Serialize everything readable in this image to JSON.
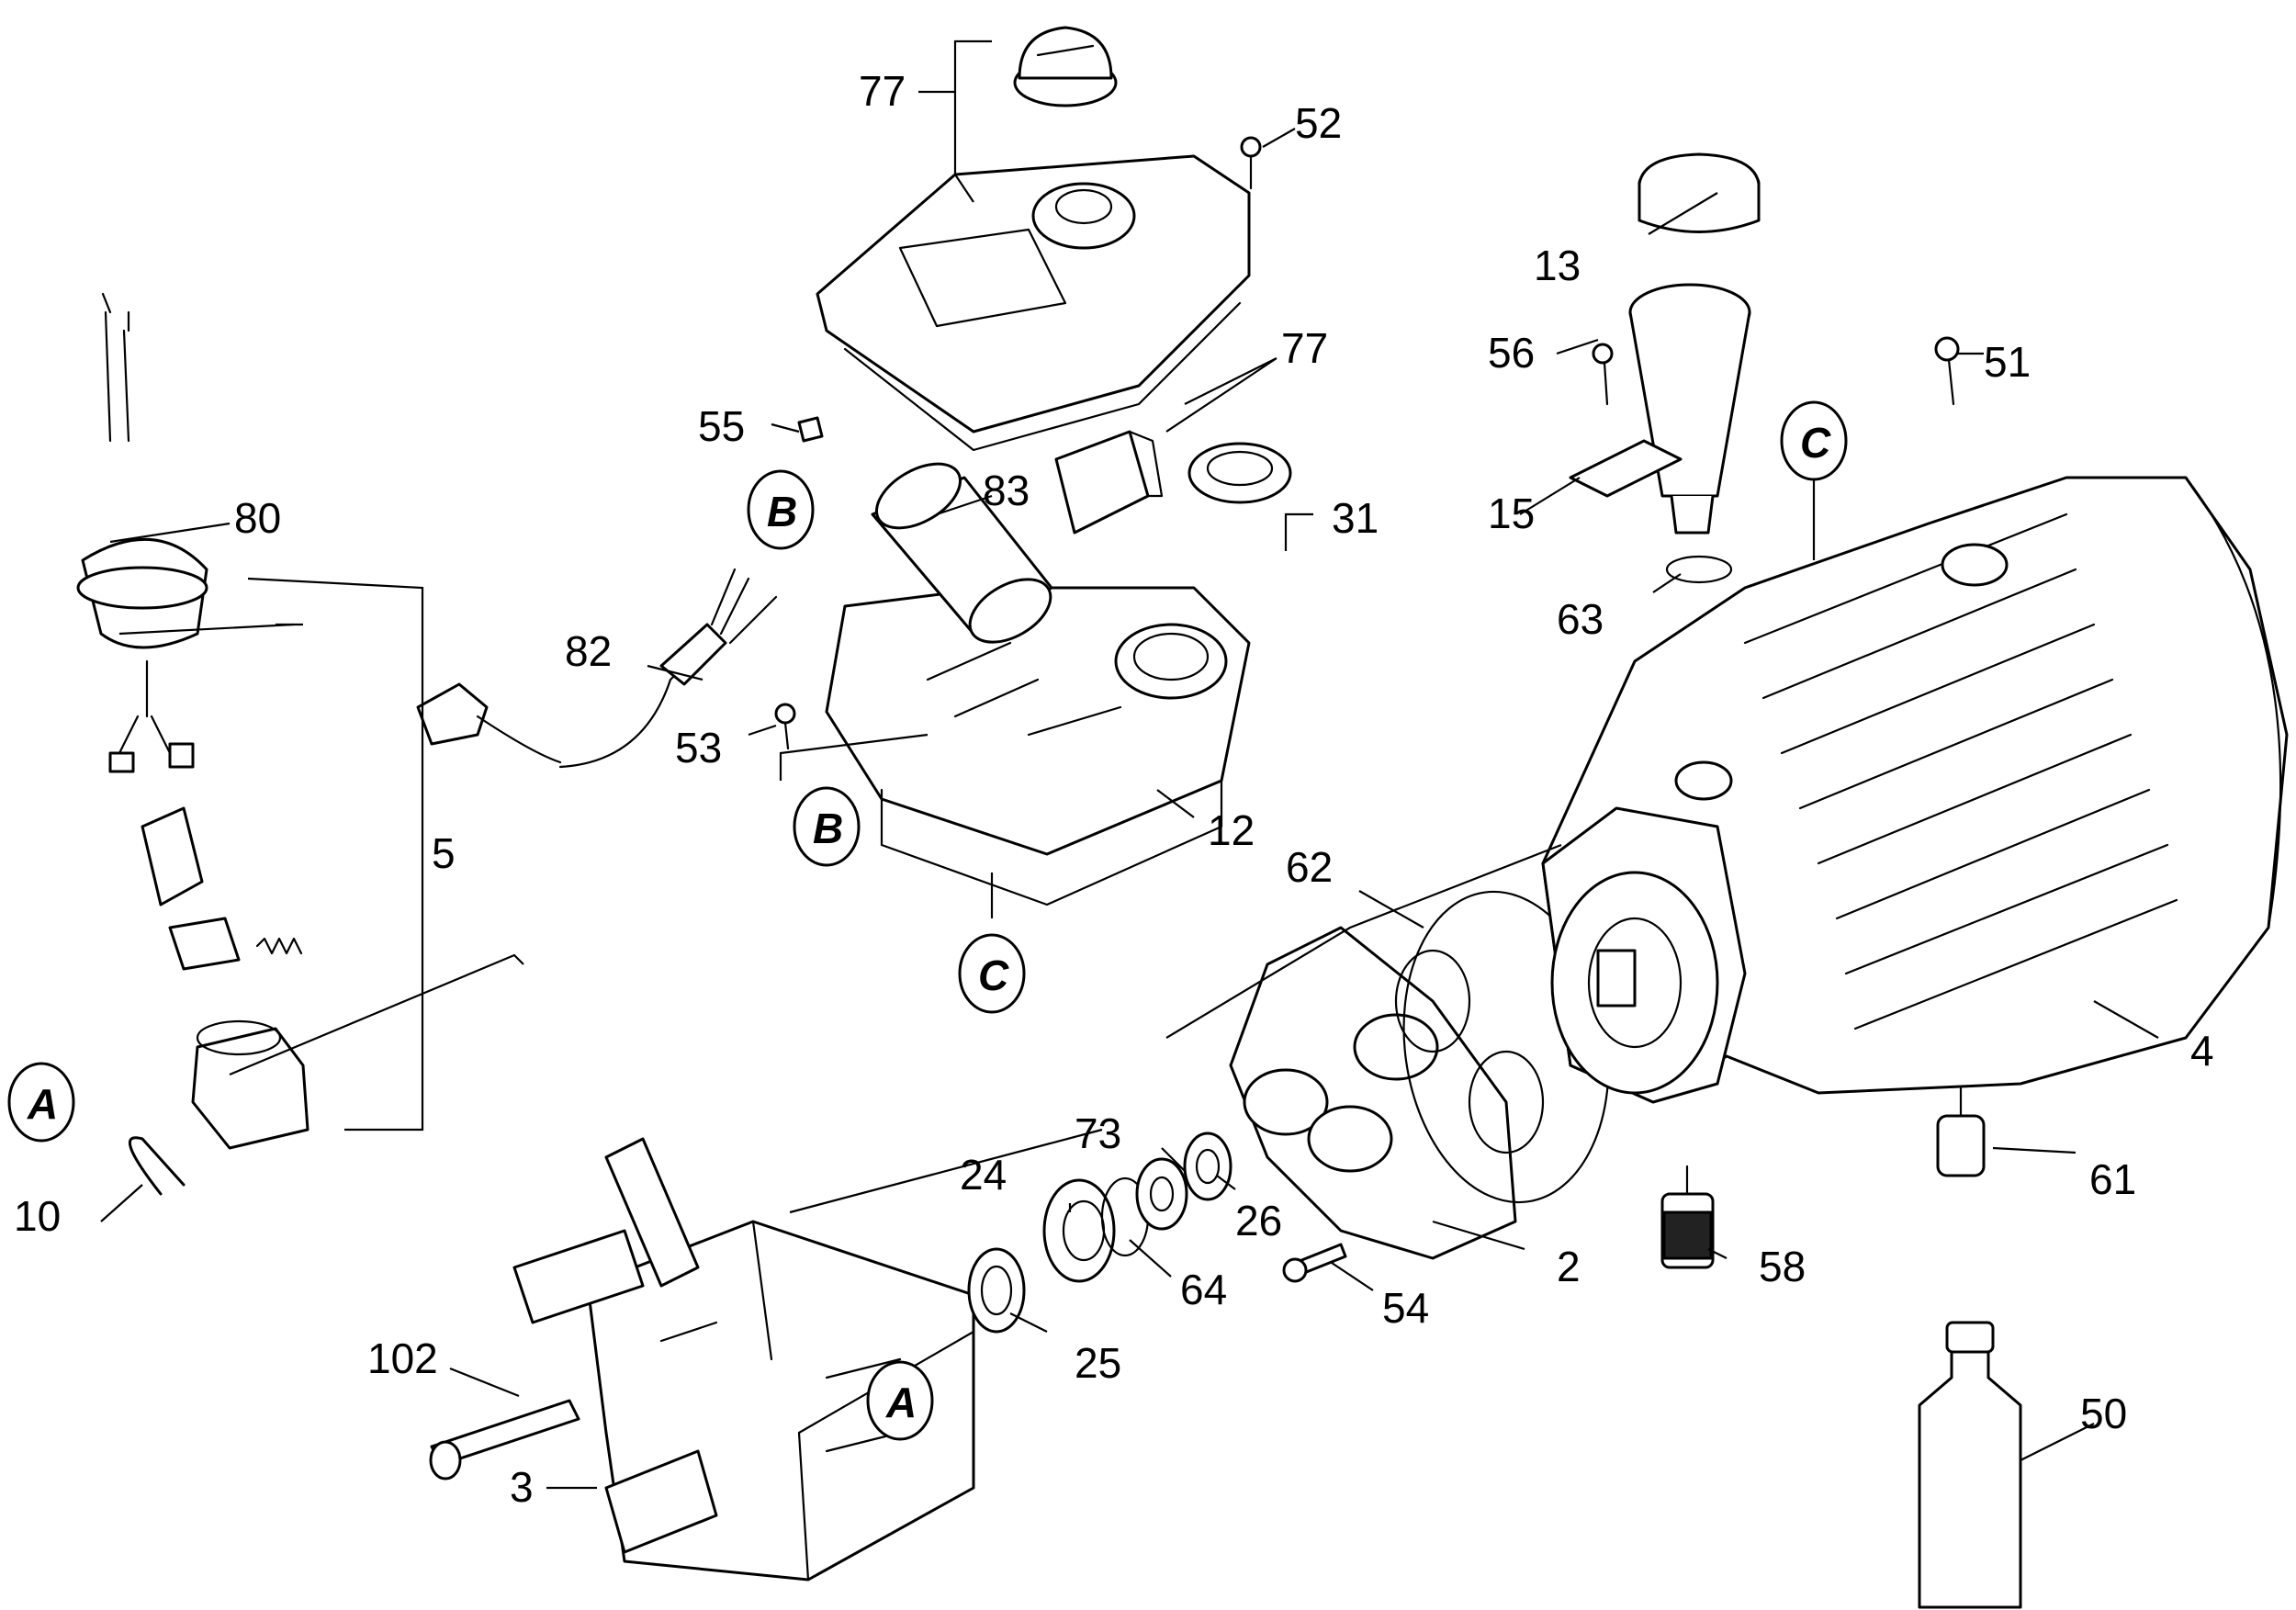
{
  "labels": {
    "p77_top": "77",
    "p52": "52",
    "p13": "13",
    "p56": "56",
    "p51": "51",
    "p77_mid": "77",
    "p55": "55",
    "p80": "80",
    "p83": "83",
    "p31": "31",
    "p15": "15",
    "p82": "82",
    "p63": "63",
    "p53": "53",
    "p12": "12",
    "p5": "5",
    "p62": "62",
    "p4": "4",
    "p73": "73",
    "p24": "24",
    "p26": "26",
    "p61": "61",
    "p10": "10",
    "p64": "64",
    "p2": "2",
    "p58": "58",
    "p54": "54",
    "p102": "102",
    "p25": "25",
    "p50": "50",
    "p3": "3"
  },
  "references": {
    "a1": "A",
    "a2": "A",
    "b1": "B",
    "b2": "B",
    "c1": "C",
    "c2": "C"
  }
}
